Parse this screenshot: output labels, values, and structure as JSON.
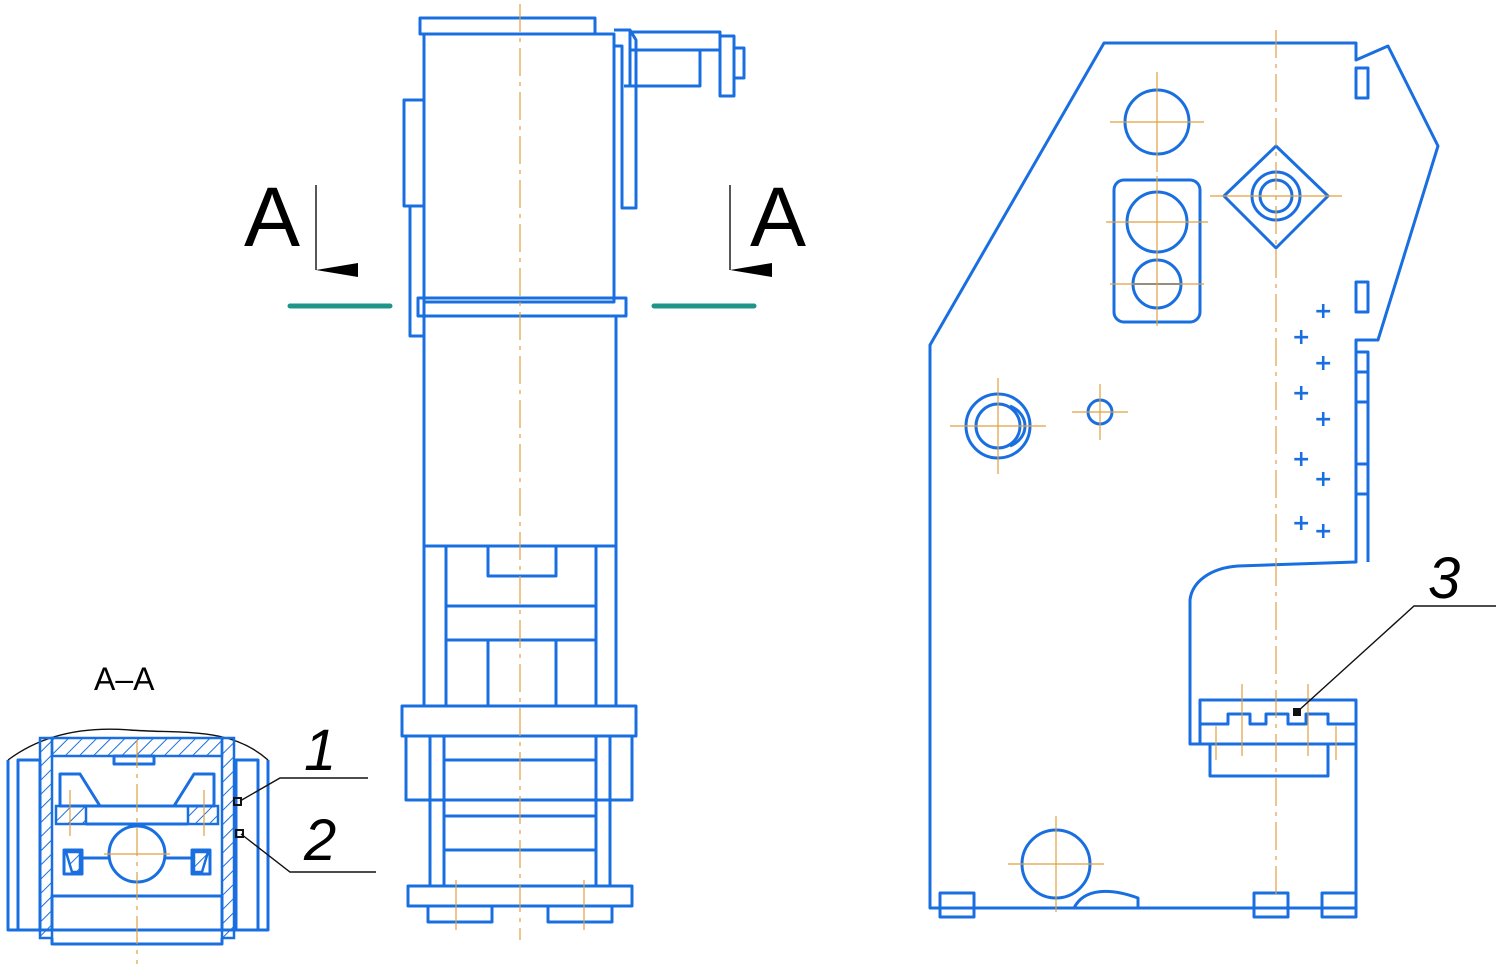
{
  "labels": {
    "section_left": "A",
    "section_right": "A",
    "section_view_title": "A–A",
    "callout_1": "1",
    "callout_2": "2",
    "callout_3": "3"
  },
  "colors": {
    "outline": "#1a6fe0",
    "centerline": "#e0a040",
    "section_line": "#1f9488",
    "leader": "#111111"
  }
}
